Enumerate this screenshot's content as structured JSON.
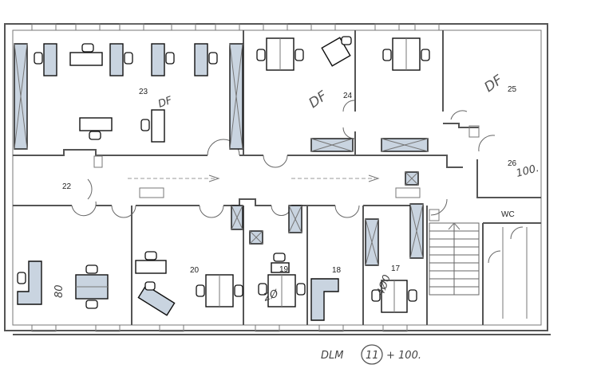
{
  "rooms": {
    "r17": "17",
    "r18": "18",
    "r19": "19",
    "r20": "20",
    "r22": "22",
    "r23": "23",
    "r24": "24",
    "r25": "25",
    "r26": "26",
    "wc": "WC"
  },
  "handwriting": {
    "df_23": "DF",
    "df_24": "DF",
    "df_25": "DF",
    "note_26": "100.",
    "note_20": "80",
    "note_17": "4Ø0",
    "note_19": "2Ø",
    "footer": "DLM",
    "footer_circled": "11",
    "footer_plus": "+ 100."
  }
}
